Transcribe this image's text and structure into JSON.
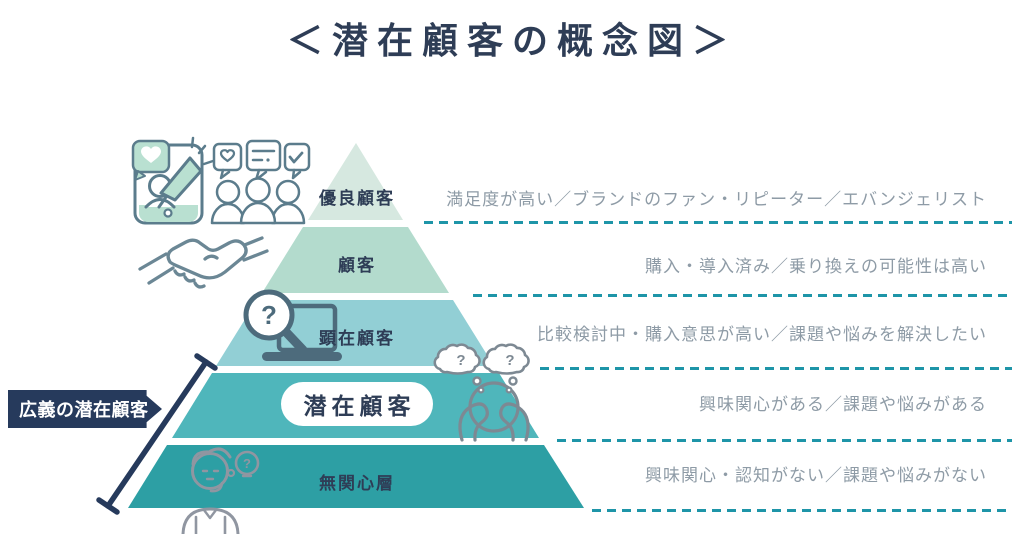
{
  "title": "＜潜在顧客の概念図＞",
  "side_label": "広義の潜在顧客",
  "levels": [
    {
      "label": "優良顧客",
      "description": "満足度が高い／ブランドのファン・リピーター／エバンジェリスト",
      "color": "#d6e8e0"
    },
    {
      "label": "顧客",
      "description": "購入・導入済み／乗り換えの可能性は高い",
      "color": "#b3dbcd"
    },
    {
      "label": "顕在顧客",
      "description": "比較検討中・購入意思が高い／課題や悩みを解決したい",
      "color": "#92cfd5"
    },
    {
      "label": "潜在顧客",
      "description": "興味関心がある／課題や悩みがある",
      "color": "#4fb6bb",
      "highlighted": true
    },
    {
      "label": "無関心層",
      "description": "興味関心・認知がない／課題や悩みがない",
      "color": "#2d9fa4"
    }
  ],
  "glyphs": {
    "question": "?"
  },
  "icons": [
    "smartphone-megaphone-icon",
    "audience-feedback-icon",
    "handshake-icon",
    "search-laptop-icon",
    "worried-person-icon",
    "thinking-person-icon"
  ],
  "colors": {
    "title_text": "#2e3d56",
    "label_text": "#2e3d56",
    "description_text": "#8e9ba6",
    "dashed_line": "#1e95a8",
    "accent_navy": "#263a5c",
    "highlight_pill": "#ffffff",
    "icon_outline_slate": "#5b7c8c",
    "icon_outline_dark": "#4d6b7c",
    "icon_outline_gray": "#7d8993",
    "icon_fill_green": "#b9e0d1"
  }
}
